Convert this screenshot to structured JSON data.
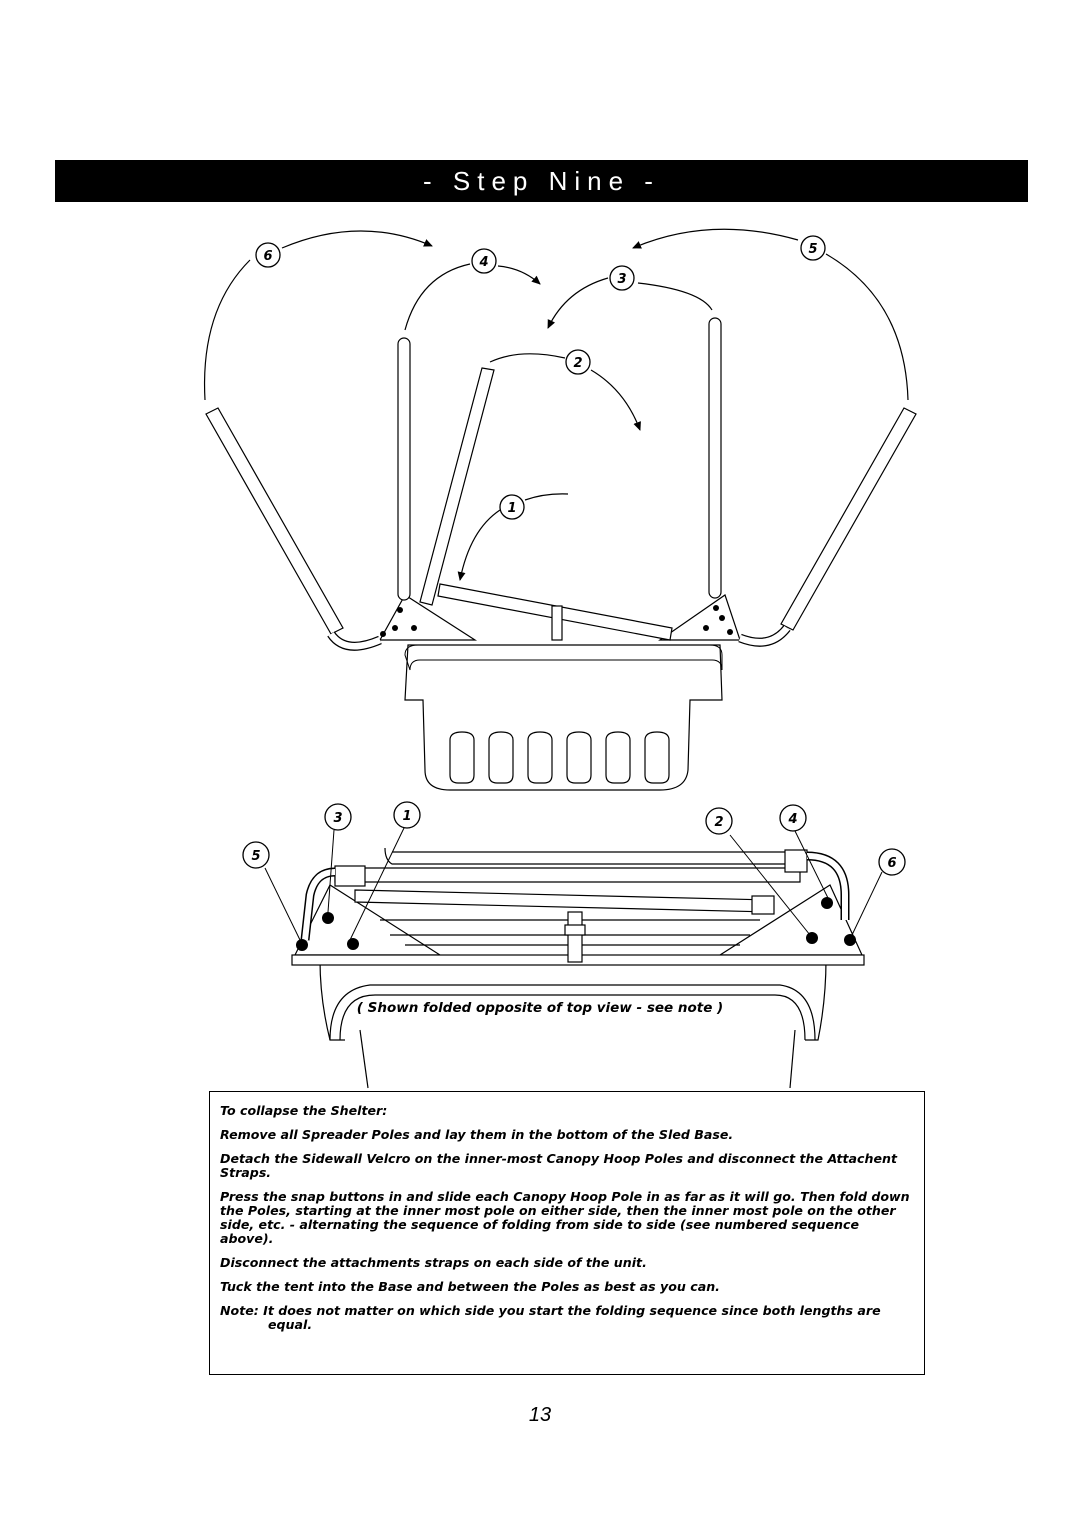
{
  "header": {
    "title": "- Step Nine -"
  },
  "diagram": {
    "top_view_labels": [
      "6",
      "4",
      "5",
      "3",
      "2",
      "1"
    ],
    "bottom_view_labels": [
      "3",
      "1",
      "2",
      "4",
      "5",
      "6"
    ],
    "caption": "( Shown folded opposite of top view - see note )"
  },
  "instructions": {
    "heading": "To collapse the Shelter:",
    "steps": [
      "Remove all Spreader Poles and lay them in the bottom of the Sled Base.",
      "Detach the Sidewall Velcro on the inner-most Canopy Hoop Poles and disconnect the Attachent Straps.",
      "Press the snap buttons in and slide each Canopy Hoop Pole in as far as it will go. Then fold down the Poles, starting at the inner most pole on either side, then the inner most pole on the other side, etc. - alternating the sequence of folding from side to side (see numbered sequence above).",
      "Disconnect the attachments straps on each side of the unit.",
      "Tuck the tent  into the Base and between the Poles as best as you can."
    ],
    "note": "Note: It does not matter on which side you start the folding sequence since both lengths are equal."
  },
  "footer": {
    "page_number": "13"
  }
}
